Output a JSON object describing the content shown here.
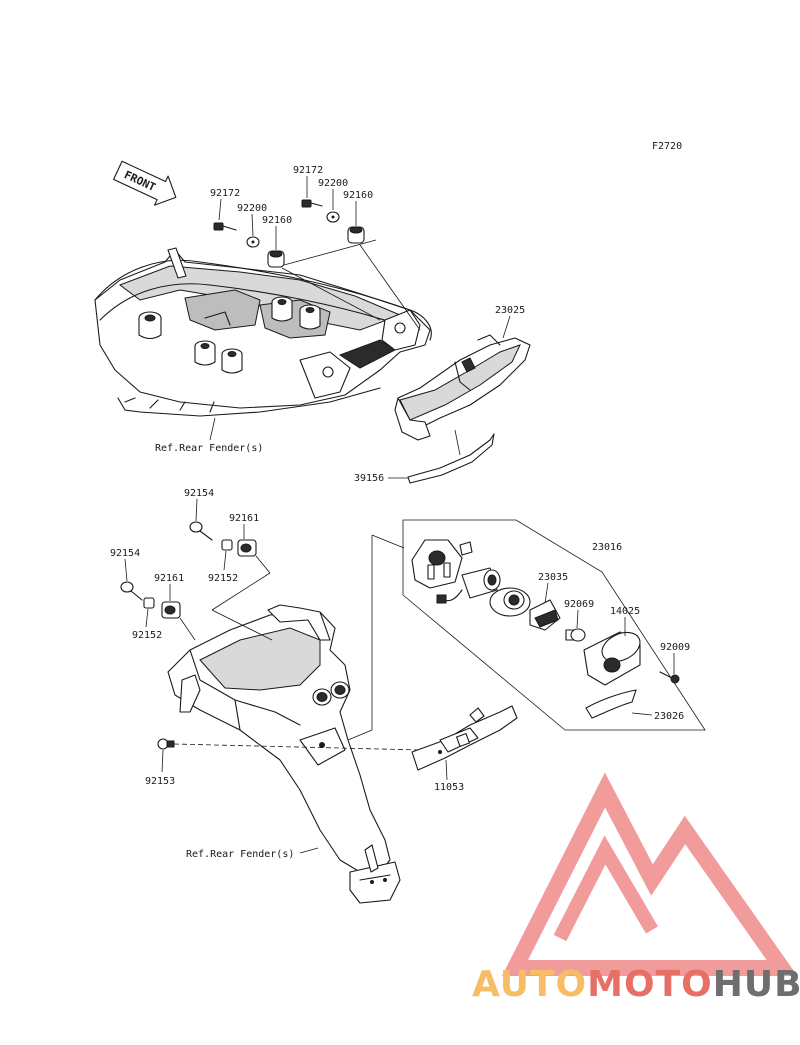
{
  "figure_code": "F2720",
  "front_label": "FRONT",
  "callouts": {
    "upper_92172_left": "92172",
    "upper_92200_left": "92200",
    "upper_92160_left": "92160",
    "upper_92172_right": "92172",
    "upper_92200_right": "92200",
    "upper_92160_right": "92160",
    "upper_23025": "23025",
    "upper_39156": "39156",
    "upper_ref": "Ref.Rear Fender(s)",
    "lower_92154_top": "92154",
    "lower_92161_top": "92161",
    "lower_92152_top": "92152",
    "lower_92154_left": "92154",
    "lower_92161_left": "92161",
    "lower_92152_left": "92152",
    "lower_92153": "92153",
    "lower_ref": "Ref.Rear Fender(s)",
    "lower_11053": "11053",
    "lamp_23016": "23016",
    "lamp_23035": "23035",
    "lamp_92069": "92069",
    "lamp_14025": "14025",
    "lamp_92009": "92009",
    "lamp_23026": "23026"
  },
  "watermark": {
    "part1": "AUTO",
    "part2": "MOTO",
    "part3": "HUB",
    "color_orange": "#f6b24a",
    "color_red": "#e2574c",
    "color_grey": "#555555",
    "triangle_color": "#f08a8a"
  }
}
